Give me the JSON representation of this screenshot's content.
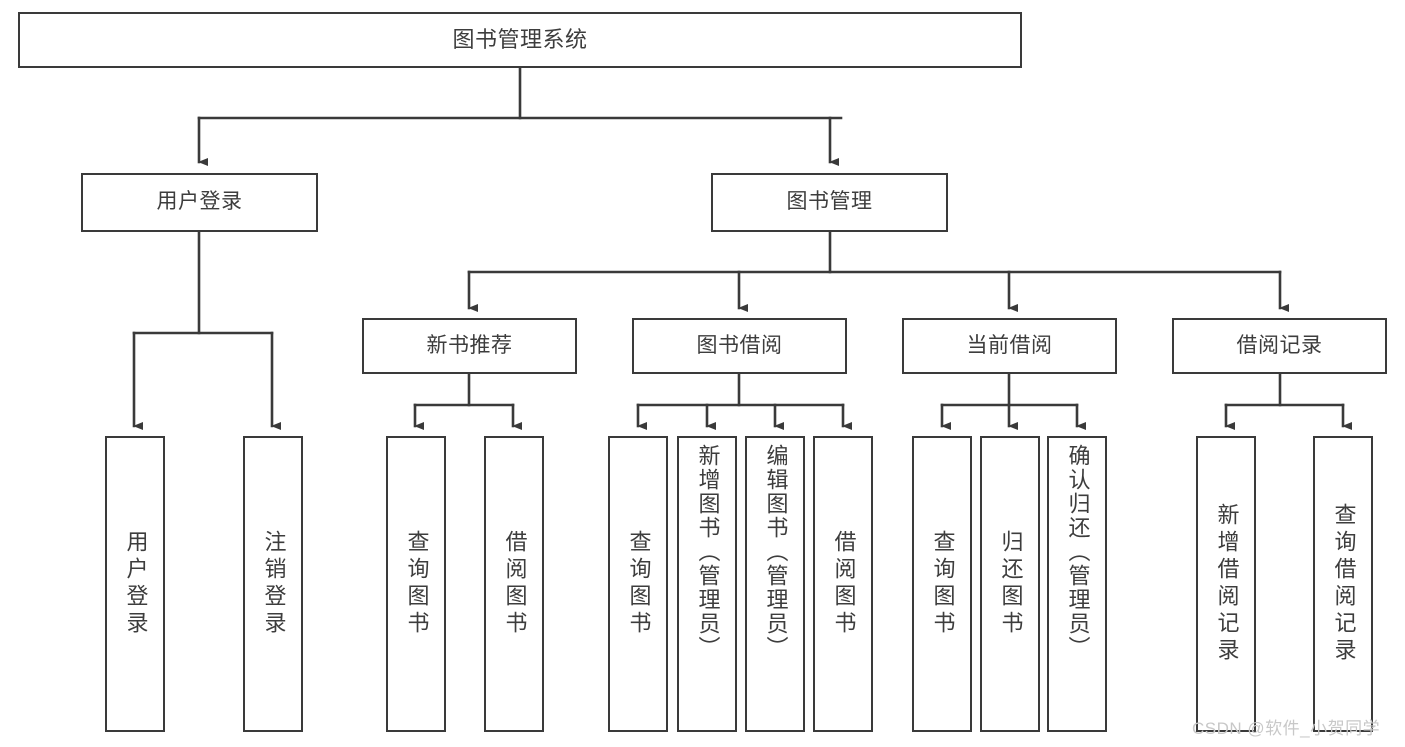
{
  "diagram": {
    "type": "tree-hierarchy",
    "title": "图书管理系统",
    "root": {
      "label": "图书管理系统"
    },
    "level2": [
      {
        "label": "用户登录"
      },
      {
        "label": "图书管理"
      }
    ],
    "level3": [
      {
        "label": "新书推荐"
      },
      {
        "label": "图书借阅"
      },
      {
        "label": "当前借阅"
      },
      {
        "label": "借阅记录"
      }
    ],
    "leaves": {
      "user_login": [
        {
          "label": "用户登录"
        },
        {
          "label": "注销登录"
        }
      ],
      "new_book_recommend": [
        {
          "label": "查询图书"
        },
        {
          "label": "借阅图书"
        }
      ],
      "book_borrow": [
        {
          "label": "查询图书"
        },
        {
          "label": "新增图书（管理员）"
        },
        {
          "label": "编辑图书（管理员）"
        },
        {
          "label": "借阅图书"
        }
      ],
      "current_borrow": [
        {
          "label": "查询图书"
        },
        {
          "label": "归还图书"
        },
        {
          "label": "确认归还（管理员）"
        }
      ],
      "borrow_record": [
        {
          "label": "新增借阅记录"
        },
        {
          "label": "查询借阅记录"
        }
      ]
    }
  },
  "watermark": {
    "text": "CSDN @软件_小贺同学"
  },
  "colors": {
    "stroke": "#3a3a3a",
    "text": "#3d3d3d",
    "background": "#ffffff",
    "watermark": "#c8c8c8"
  }
}
